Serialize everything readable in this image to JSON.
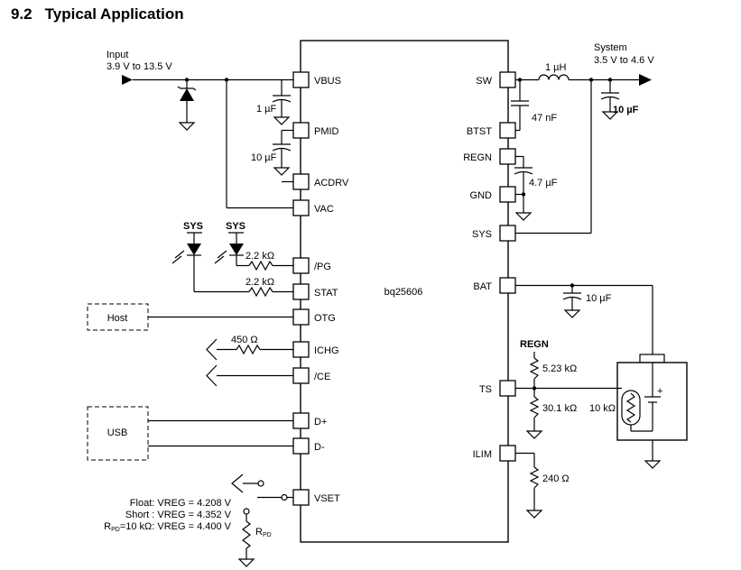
{
  "section": {
    "number": "9.2",
    "title": "Typical Application"
  },
  "chip": {
    "name": "bq25606",
    "left_pins": [
      "VBUS",
      "PMID",
      "ACDRV",
      "VAC",
      "/PG",
      "STAT",
      "OTG",
      "ICHG",
      "/CE",
      "D+",
      "D-",
      "VSET"
    ],
    "right_pins": [
      "SW",
      "BTST",
      "REGN",
      "GND",
      "SYS",
      "BAT",
      "TS",
      "ILIM"
    ]
  },
  "input": {
    "label": "Input",
    "range": "3.9 V to  13.5 V"
  },
  "system": {
    "label": "System",
    "range": "3.5 V to  4.6 V"
  },
  "components": {
    "c_vbus": "1 µF",
    "c_pmid": "10 µF",
    "inductor": "1 µH",
    "c_btst": "47 nF",
    "c_sys": "10 µF",
    "c_regn": "4.7 µF",
    "c_bat": "10 µF",
    "r_pg": "2.2 kΩ",
    "r_stat": "2.2 kΩ",
    "r_ichg": "450 Ω",
    "r_ts_top": "5.23 kΩ",
    "r_ts_bottom": "30.1 kΩ",
    "thermistor": "10 kΩ",
    "r_ilim": "240 Ω",
    "r_pd": "R",
    "r_pd_sub": "PD"
  },
  "nets": {
    "sys1": "SYS",
    "sys2": "SYS",
    "regn": "REGN"
  },
  "blocks": {
    "host": "Host",
    "usb": "USB"
  },
  "vset_notes": {
    "float": "Float: VREG = 4.208 V",
    "short": "Short : VREG = 4.352 V",
    "rpd_r": "R",
    "rpd_sub": "PD",
    "rpd_rest": "=10 kΩ: VREG = 4.400 V"
  },
  "battery_plus": "+"
}
